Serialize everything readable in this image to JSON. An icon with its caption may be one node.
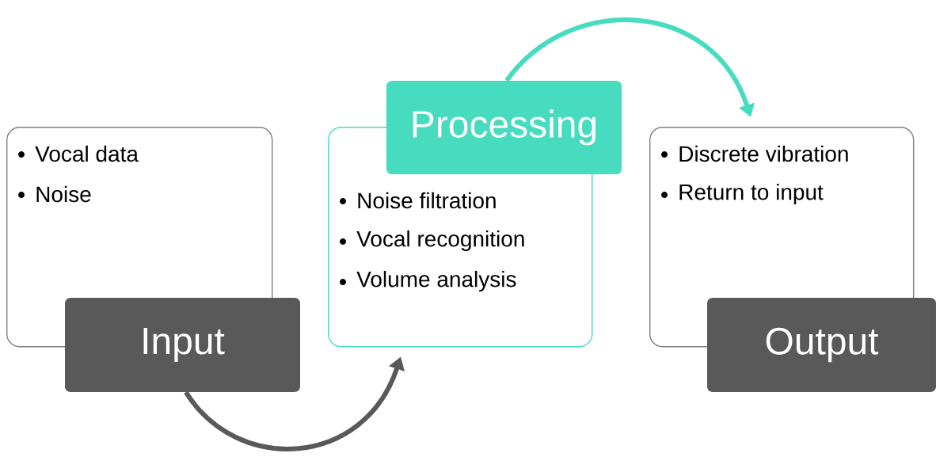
{
  "diagram": {
    "nodes": [
      {
        "text": [
          "Vocal data",
          "Noise"
        ]
      },
      {
        "text": [
          "Input"
        ]
      },
      {
        "text": [
          "Processing"
        ]
      },
      {
        "text": [
          "Noise filtration",
          "Vocal recognition",
          "Volume analysis"
        ]
      },
      {
        "text": [
          "Discrete vibration",
          "Return to input"
        ]
      },
      {
        "text": [
          "Output"
        ]
      }
    ],
    "edges": [
      {
        "from": 1,
        "to": 3,
        "arrow": "to",
        "color": "#595959"
      },
      {
        "from": 2,
        "to": 4,
        "arrow": "to",
        "color": "#47dcc0"
      }
    ]
  }
}
